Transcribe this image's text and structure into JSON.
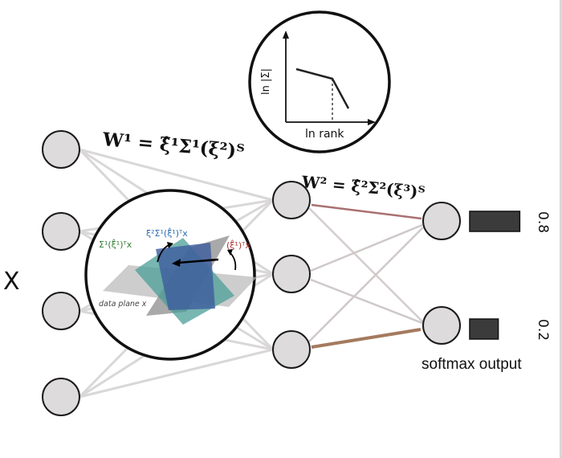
{
  "input_label": "X",
  "w1_label": "W¹ = ξ̂¹Σ¹(ξ²)ᵀ",
  "w2_label": "W² = ξ̂²Σ²(ξ³)ᵀ",
  "inset": {
    "y_axis": "ln |Σ|",
    "x_axis": "ln rank"
  },
  "zoom": {
    "label_green": "Σ¹(ξ̂¹)ᵀx",
    "label_blue": "ξ²Σ¹(ξ̂¹)ᵀx",
    "label_red": "(ξ̂¹)ᵀx",
    "plane_label": "data plane x"
  },
  "outputs": [
    {
      "value": "0.8",
      "fraction": 0.8
    },
    {
      "value": "0.2",
      "fraction": 0.2
    }
  ],
  "softmax_label": "softmax output",
  "colors": {
    "node_fill": "#dddbdc",
    "node_stroke": "#1a1a1a",
    "edge_light": "#d9d7d7",
    "edge_red": "#a97070",
    "edge_brown": "#a47a5e",
    "bar": "#3b3b3b",
    "green": "#2e7d32",
    "blue": "#2b6cb0",
    "red": "#b03030"
  }
}
